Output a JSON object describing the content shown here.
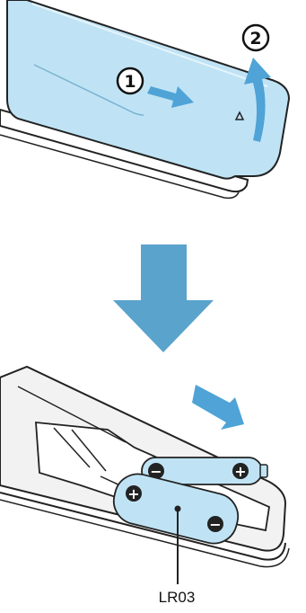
{
  "steps": {
    "step1": "1",
    "step2": "2"
  },
  "battery": {
    "model": "LR03",
    "minus": "−",
    "plus": "+"
  },
  "colors": {
    "cover": "#bfe3f5",
    "cover_dark": "#8fcbe8",
    "arrow": "#4fa3d6",
    "big_arrow": "#5aa3cc",
    "battery": "#bfe3f5",
    "terminal": "#222222",
    "outline": "#222222",
    "body": "#f2f2f2"
  },
  "icons": [
    "slide-arrow-icon",
    "lift-arrow-icon",
    "down-arrow-icon",
    "insert-arrow-icon",
    "minus-terminal-icon",
    "plus-terminal-icon"
  ]
}
